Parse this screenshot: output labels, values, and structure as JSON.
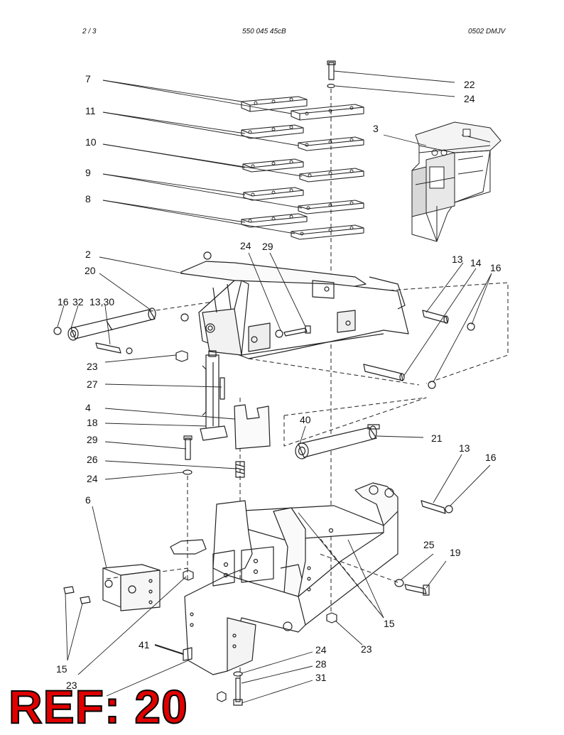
{
  "header": {
    "page": "2 /   3",
    "doc_number": "550 045 45cB",
    "revision": "0502 DMJV"
  },
  "callouts": {
    "c7": "7",
    "c11": "11",
    "c10": "10",
    "c9": "9",
    "c8": "8",
    "c22": "22",
    "c24a": "24",
    "c3": "3",
    "c2": "2",
    "c20": "20",
    "c16a": "16",
    "c32": "32",
    "c1330": "13,30",
    "c24b": "24",
    "c29a": "29",
    "c13a": "13",
    "c14": "14",
    "c16b": "16",
    "c23a": "23",
    "c27": "27",
    "c4": "4",
    "c18": "18",
    "c29b": "29",
    "c26": "26",
    "c24c": "24",
    "c40": "40",
    "c21": "21",
    "c13b": "13",
    "c16c": "16",
    "c6": "6",
    "c25": "25",
    "c19": "19",
    "c15a": "15",
    "c15b": "15",
    "c23b": "23",
    "c23c": "23",
    "c41": "41",
    "c24d": "24",
    "c28": "28",
    "c31": "31"
  },
  "stamp": {
    "ref_label": "REF: 20",
    "color": "#e00000"
  }
}
